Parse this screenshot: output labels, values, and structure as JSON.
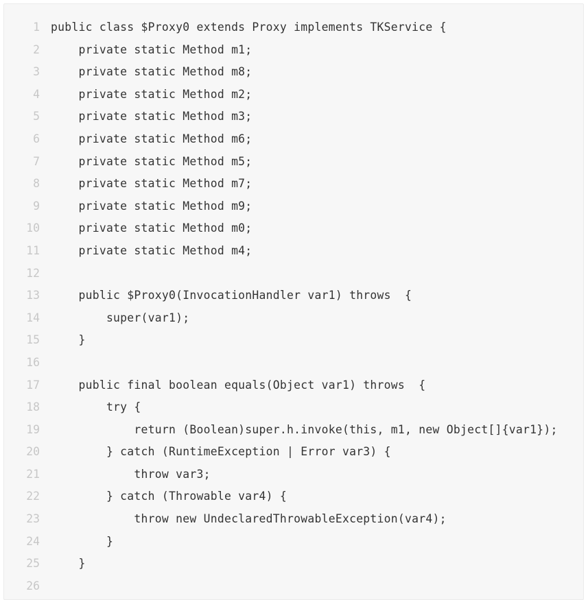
{
  "code": {
    "lines": [
      {
        "num": "1",
        "text": "public class $Proxy0 extends Proxy implements TKService {"
      },
      {
        "num": "2",
        "text": "    private static Method m1;"
      },
      {
        "num": "3",
        "text": "    private static Method m8;"
      },
      {
        "num": "4",
        "text": "    private static Method m2;"
      },
      {
        "num": "5",
        "text": "    private static Method m3;"
      },
      {
        "num": "6",
        "text": "    private static Method m6;"
      },
      {
        "num": "7",
        "text": "    private static Method m5;"
      },
      {
        "num": "8",
        "text": "    private static Method m7;"
      },
      {
        "num": "9",
        "text": "    private static Method m9;"
      },
      {
        "num": "10",
        "text": "    private static Method m0;"
      },
      {
        "num": "11",
        "text": "    private static Method m4;"
      },
      {
        "num": "12",
        "text": ""
      },
      {
        "num": "13",
        "text": "    public $Proxy0(InvocationHandler var1) throws  {"
      },
      {
        "num": "14",
        "text": "        super(var1);"
      },
      {
        "num": "15",
        "text": "    }"
      },
      {
        "num": "16",
        "text": ""
      },
      {
        "num": "17",
        "text": "    public final boolean equals(Object var1) throws  {"
      },
      {
        "num": "18",
        "text": "        try {"
      },
      {
        "num": "19",
        "text": "            return (Boolean)super.h.invoke(this, m1, new Object[]{var1});"
      },
      {
        "num": "20",
        "text": "        } catch (RuntimeException | Error var3) {"
      },
      {
        "num": "21",
        "text": "            throw var3;"
      },
      {
        "num": "22",
        "text": "        } catch (Throwable var4) {"
      },
      {
        "num": "23",
        "text": "            throw new UndeclaredThrowableException(var4);"
      },
      {
        "num": "24",
        "text": "        }"
      },
      {
        "num": "25",
        "text": "    }"
      },
      {
        "num": "26",
        "text": ""
      }
    ]
  }
}
